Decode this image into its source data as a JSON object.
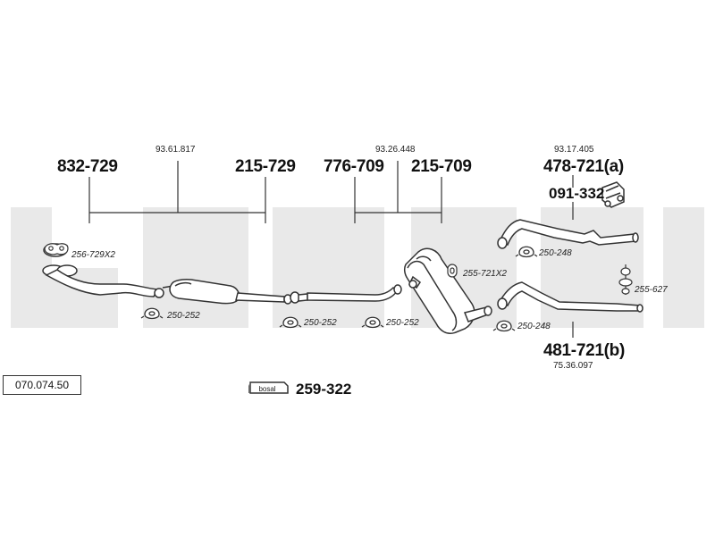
{
  "catalog_number": "070.074.50",
  "watermark_text": "bosal",
  "assembly_refs": {
    "left": "93.61.817",
    "middle": "93.26.448",
    "right_top": "93.17.405",
    "right_bottom": "75.36.097"
  },
  "main_parts": {
    "p1": "832-729",
    "p2": "215-729",
    "p3": "776-709",
    "p4": "215-709",
    "p5": "478-721(a)",
    "p6": "091-332",
    "p7": "481-721(b)",
    "p8": "259-322"
  },
  "accessories": {
    "a1": "256-729X2",
    "a2": "250-252",
    "a3": "250-252",
    "a4": "250-252",
    "a5": "255-721X2",
    "a6": "250-248",
    "a7": "255-627",
    "a8": "250-248"
  },
  "badge_text": "bosal",
  "colors": {
    "line": "#333333",
    "watermark": "#e8e8e8",
    "part_fill": "#ffffff"
  }
}
